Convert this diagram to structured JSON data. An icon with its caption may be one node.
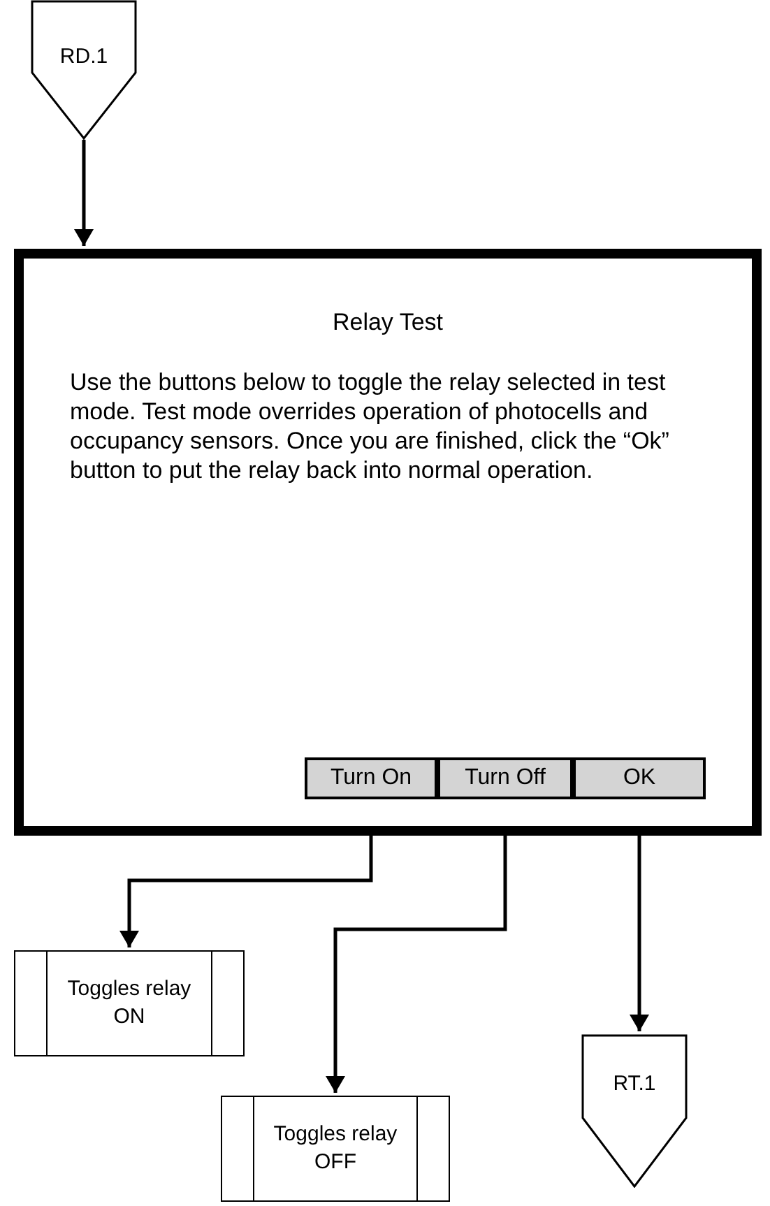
{
  "diagram": {
    "nodes": [
      {
        "text": [
          "RD.1"
        ]
      },
      {
        "text": [
          "Relay Test",
          "Use the buttons below to toggle the relay selected in test mode. Test mode overrides operation of photocells and occupancy sensors. Once you are finished, click the “Ok” button to put the relay back into normal operation."
        ]
      },
      {
        "text": [
          "Turn On"
        ],
        "in": 1
      },
      {
        "text": [
          "Turn Off"
        ],
        "in": 1
      },
      {
        "text": [
          "OK"
        ],
        "in": 1
      },
      {
        "text": [
          "Toggles relay ON"
        ]
      },
      {
        "text": [
          "Toggles relay OFF"
        ]
      },
      {
        "text": [
          "RT.1"
        ]
      }
    ],
    "edges": [
      {
        "from": 0,
        "to": 1,
        "arrow": "to"
      },
      {
        "from": 2,
        "to": 5,
        "arrow": "to"
      },
      {
        "from": 3,
        "to": 6,
        "arrow": "to"
      },
      {
        "from": 4,
        "to": 7,
        "arrow": "to"
      }
    ]
  }
}
